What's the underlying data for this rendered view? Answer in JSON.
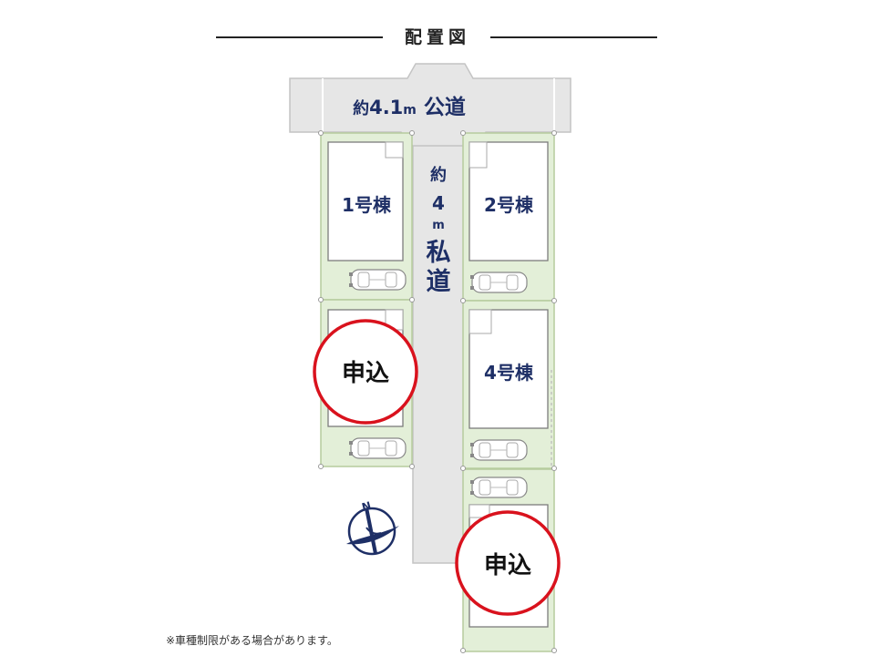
{
  "title": "配置図",
  "public_road": {
    "prefix": "約",
    "width": "4.1",
    "unit": "m",
    "name": "公道"
  },
  "private_road": {
    "prefix": "約",
    "width": "4",
    "unit": "m",
    "name_1": "私",
    "name_2": "道"
  },
  "lots": [
    {
      "label": "1号棟",
      "status": ""
    },
    {
      "label": "2号棟",
      "status": ""
    },
    {
      "label": "",
      "status": "申込"
    },
    {
      "label": "4号棟",
      "status": ""
    },
    {
      "label": "",
      "status": "申込"
    }
  ],
  "compass": {
    "label": "N"
  },
  "note": "※車種制限がある場合があります。",
  "colors": {
    "lot_fill": "#e3efd8",
    "lot_border": "#b6cc9e",
    "road_fill": "#e6e6e6",
    "road_border": "#c4c4c4",
    "label": "#1e2f66",
    "stamp_ring": "#d9121d",
    "compass": "#1e2f66"
  }
}
